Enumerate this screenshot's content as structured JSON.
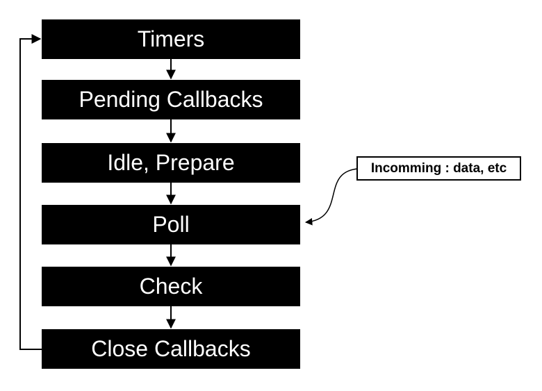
{
  "diagram": {
    "type": "flowchart",
    "background_color": "#ffffff",
    "node_style": {
      "fill": "#000000",
      "text_color": "#ffffff"
    },
    "line_color": "#000000",
    "nodes": [
      {
        "id": "timers",
        "label": "Timers"
      },
      {
        "id": "pending-callbacks",
        "label": "Pending Callbacks"
      },
      {
        "id": "idle-prepare",
        "label": "Idle, Prepare"
      },
      {
        "id": "poll",
        "label": "Poll"
      },
      {
        "id": "check",
        "label": "Check"
      },
      {
        "id": "close-callbacks",
        "label": "Close Callbacks"
      }
    ],
    "edges": [
      {
        "from": "timers",
        "to": "pending-callbacks",
        "style": "straight-arrow"
      },
      {
        "from": "pending-callbacks",
        "to": "idle-prepare",
        "style": "straight-arrow"
      },
      {
        "from": "idle-prepare",
        "to": "poll",
        "style": "straight-arrow"
      },
      {
        "from": "poll",
        "to": "check",
        "style": "straight-arrow"
      },
      {
        "from": "check",
        "to": "close-callbacks",
        "style": "straight-arrow"
      },
      {
        "from": "close-callbacks",
        "to": "timers",
        "style": "left-feedback-loop"
      },
      {
        "from": "annotation",
        "to": "poll",
        "style": "curved-arrow"
      }
    ],
    "annotation": {
      "text": "Incomming : data, etc",
      "points_to": "poll"
    }
  }
}
